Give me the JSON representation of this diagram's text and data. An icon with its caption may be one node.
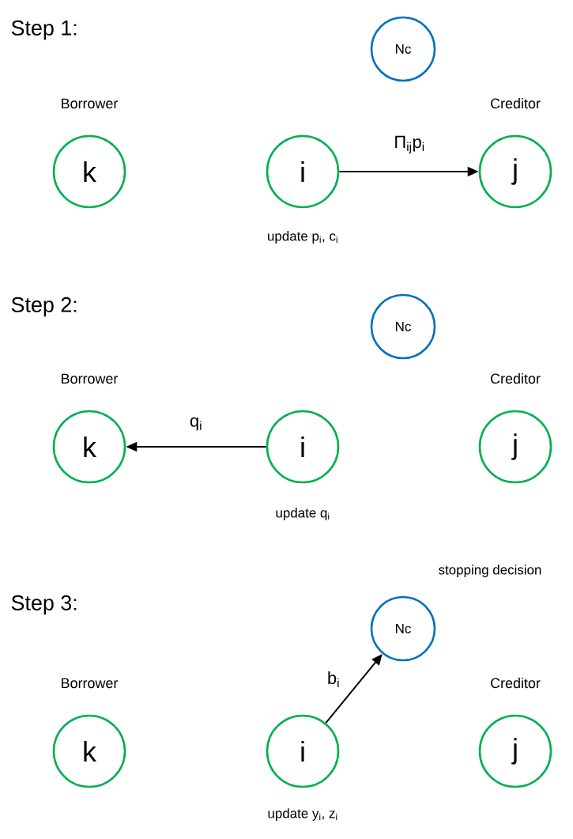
{
  "diagram": {
    "nodes": [
      {
        "text": [
          "Nc"
        ]
      },
      {
        "text": [
          "Borrower",
          "k"
        ]
      },
      {
        "text": [
          "i"
        ],
        "beside": [
          "update p$_{i}$, c$_{i}$"
        ]
      },
      {
        "text": [
          "Creditor",
          "j"
        ]
      },
      {
        "text": [
          "Nc"
        ]
      },
      {
        "text": [
          "Borrower",
          "k"
        ]
      },
      {
        "text": [
          "i"
        ],
        "beside": [
          "update q$_{i}$"
        ]
      },
      {
        "text": [
          "Creditor",
          "j"
        ]
      },
      {
        "text": [
          "Nc"
        ],
        "beside": [
          "stopping decision"
        ]
      },
      {
        "text": [
          "Borrower",
          "k"
        ]
      },
      {
        "text": [
          "i"
        ],
        "beside": [
          "update y$_{i}$, z$_{i}$"
        ]
      },
      {
        "text": [
          "Creditor",
          "j"
        ]
      }
    ],
    "edges": [
      {
        "from": 2,
        "to": 3,
        "arrow": "to",
        "label": "Π$_{ij}$p$_{i}$"
      },
      {
        "from": 6,
        "to": 5,
        "arrow": "to",
        "label": "q$_{i}$"
      },
      {
        "from": 10,
        "to": 8,
        "arrow": "to",
        "label": "b$_{i}$"
      }
    ],
    "labels": [
      "Step 1:",
      "Step 2:",
      "Step 3:"
    ]
  }
}
